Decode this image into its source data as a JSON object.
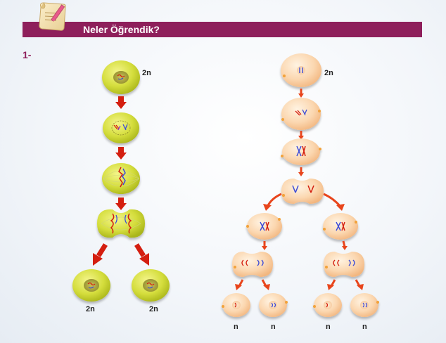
{
  "header": {
    "title": "Neler Öğrendik?",
    "icon": "paper-pencil-icon"
  },
  "question": {
    "number": "1-"
  },
  "mitosis": {
    "parent_label": "2n",
    "daughter_labels": [
      "2n",
      "2n"
    ],
    "cell_color": "#d4dd3c",
    "arrow_color": "#d41e10"
  },
  "meiosis": {
    "parent_label": "2n",
    "gamete_labels": [
      "n",
      "n",
      "n",
      "n"
    ],
    "cell_color": "#fbd7b0",
    "arrow_color": "#e8451c"
  }
}
